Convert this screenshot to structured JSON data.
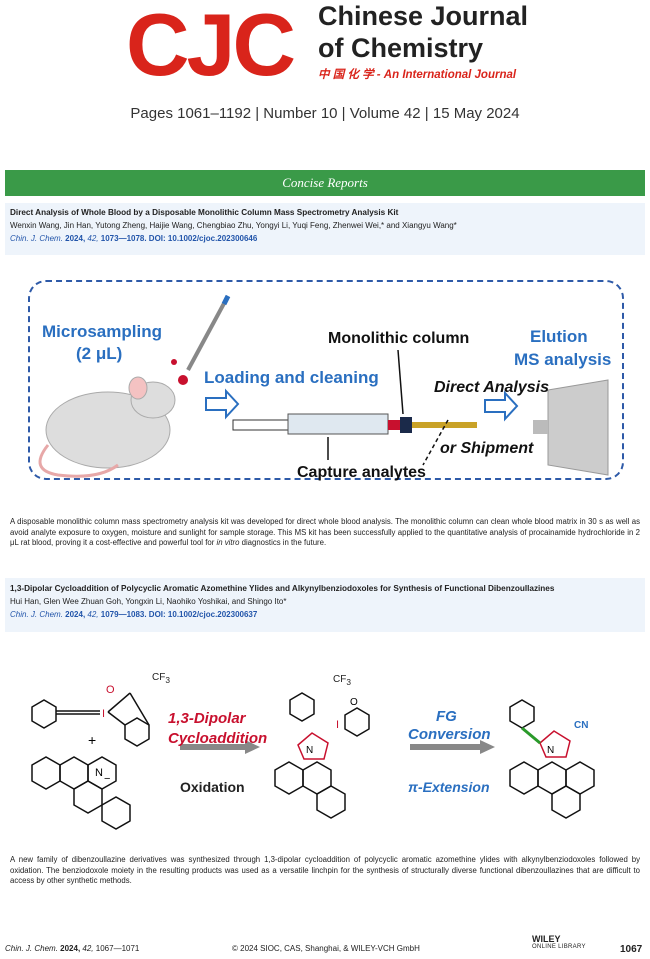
{
  "header": {
    "logo": "CJC",
    "journal_title_line1": "Chinese Journal",
    "journal_title_line2": "of Chemistry",
    "journal_subtitle": "中 国 化 学 - An International Journal",
    "issue_line": "Pages 1061–1192 | Number 10 | Volume 42 | 15 May 2024"
  },
  "section": {
    "title": "Concise Reports"
  },
  "articles": [
    {
      "title": "Direct Analysis of Whole Blood by a Disposable Monolithic Column Mass Spectrometry Analysis Kit",
      "authors": "Wenxin Wang, Jin Han, Yutong Zheng, Haijie Wang, Chengbiao Zhu, Yongyi Li, Yuqi Feng, Zhenwei Wei,* and Xiangyu Wang*",
      "cite_journal": "Chin. J. Chem.",
      "cite_year": "2024,",
      "cite_volume": "42,",
      "cite_rest": "1073—1078. DOI: 10.1002/cjoc.202300646",
      "graphic": {
        "microsampling": "Microsampling",
        "volume": "(2 μL)",
        "loading": "Loading and cleaning",
        "monolithic": "Monolithic column",
        "elution": "Elution",
        "ms_analysis": "MS analysis",
        "direct": "Direct Analysis",
        "shipment": "or Shipment",
        "capture": "Capture analytes"
      },
      "abstract_a": "A disposable monolithic column mass spectrometry analysis kit was developed for direct whole blood analysis. The monolithic column can clean whole blood matrix in 30 s as well as avoid analyte exposure to oxygen, moisture and sunlight for sample storage. This MS kit has been successfully applied to the quantitative analysis of procainamide hydrochloride in 2 μL rat blood, proving it a cost-effective and powerful tool for",
      "abstract_it": "in vitro",
      "abstract_b": "diagnostics in the future."
    },
    {
      "title": "1,3-Dipolar Cycloaddition of Polycyclic Aromatic Azomethine Ylides and Alkynylbenziodoxoles for Synthesis of Functional Dibenzoullazines",
      "authors": "Hui Han, Glen Wee Zhuan Goh, Yongxin Li, Naohiko Yoshikai, and Shingo Ito*",
      "cite_journal": "Chin. J. Chem.",
      "cite_year": "2024,",
      "cite_volume": "42,",
      "cite_rest": "1079—1083. DOI: 10.1002/cjoc.202300637",
      "graphic": {
        "cf3_a": "CF",
        "sub3": "3",
        "plus": "+",
        "dipolar_1": "1,3-Dipolar",
        "dipolar_2": "Cycloaddition",
        "oxidation": "Oxidation",
        "fg_1": "FG",
        "fg_2": "Conversion",
        "pi_ext": "π-Extension",
        "cn": "CN",
        "n": "N",
        "i": "I",
        "o": "O",
        "minus": "−"
      },
      "abstract": "A new family of dibenzoullazine derivatives was synthesized through 1,3-dipolar cycloaddition of polycyclic aromatic azomethine ylides with alkynylbenziodoxoles followed by oxidation. The benziodoxole moiety in the resulting products was used as a versatile linchpin for the synthesis of structurally diverse functional dibenzoullazines that are difficult to access by other synthetic methods."
    }
  ],
  "footer": {
    "cite_journal": "Chin. J. Chem.",
    "cite_year": "2024,",
    "cite_volume": "42,",
    "cite_pages": "1067—1071",
    "copyright": "© 2024 SIOC, CAS, Shanghai, & WILEY-VCH GmbH",
    "wiley": "WILEY",
    "online_library": "ONLINE LIBRARY",
    "page_number": "1067"
  },
  "colors": {
    "brand_red": "#d9241b",
    "section_green": "#3a9a48",
    "link_blue": "#2255aa",
    "diagram_blue": "#2a6fc0",
    "dashed_border": "#2e5aa8"
  }
}
